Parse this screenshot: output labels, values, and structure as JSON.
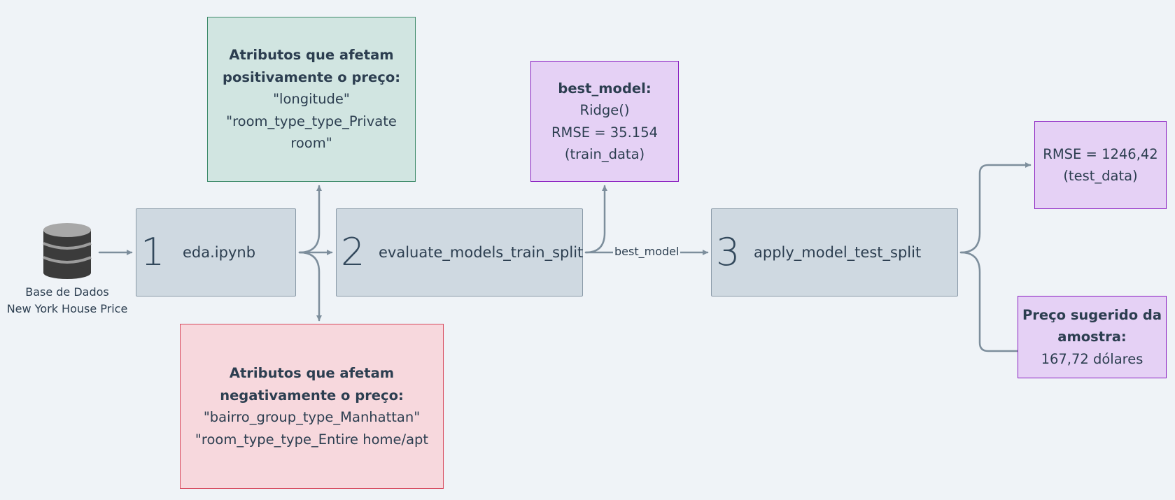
{
  "database": {
    "icon": "database-icon",
    "caption_line1": "Base de Dados",
    "caption_line2": "New York House Price"
  },
  "steps": [
    {
      "number": "1",
      "label": "eda.ipynb"
    },
    {
      "number": "2",
      "label": "evaluate_models_train_split"
    },
    {
      "number": "3",
      "label": "apply_model_test_split"
    }
  ],
  "notes": {
    "positive": {
      "title_line1": "Atributos que afetam",
      "title_line2": "positivamente o preço:",
      "line1": "\"longitude\"",
      "line2": "\"room_type_type_Private",
      "line3": "room\""
    },
    "negative": {
      "title_line1": "Atributos que afetam",
      "title_line2": "negativamente o preço:",
      "line1": "\"bairro_group_type_Manhattan\"",
      "line2": "\"room_type_type_Entire home/apt"
    },
    "best_model": {
      "title": "best_model:",
      "line1": "Ridge()",
      "line2": "RMSE = 35.154",
      "line3": "(train_data)"
    },
    "test_rmse": {
      "line1": "RMSE = 1246,42",
      "line2": "(test_data)"
    },
    "suggested_price": {
      "title_line1": "Preço sugerido da",
      "title_line2": "amostra:",
      "line1": "167,72 dólares"
    }
  },
  "edge_label": "best_model",
  "colors": {
    "background": "#eff3f7",
    "step_fill": "#cfd9e1",
    "connector": "#7d8e9c",
    "green_fill": "#d1e5e1",
    "green_border": "#3d8a6a",
    "red_fill": "#f7d8dd",
    "red_border": "#d7485c",
    "purple_fill": "#e5d1f5",
    "purple_border": "#8a1fc1"
  }
}
